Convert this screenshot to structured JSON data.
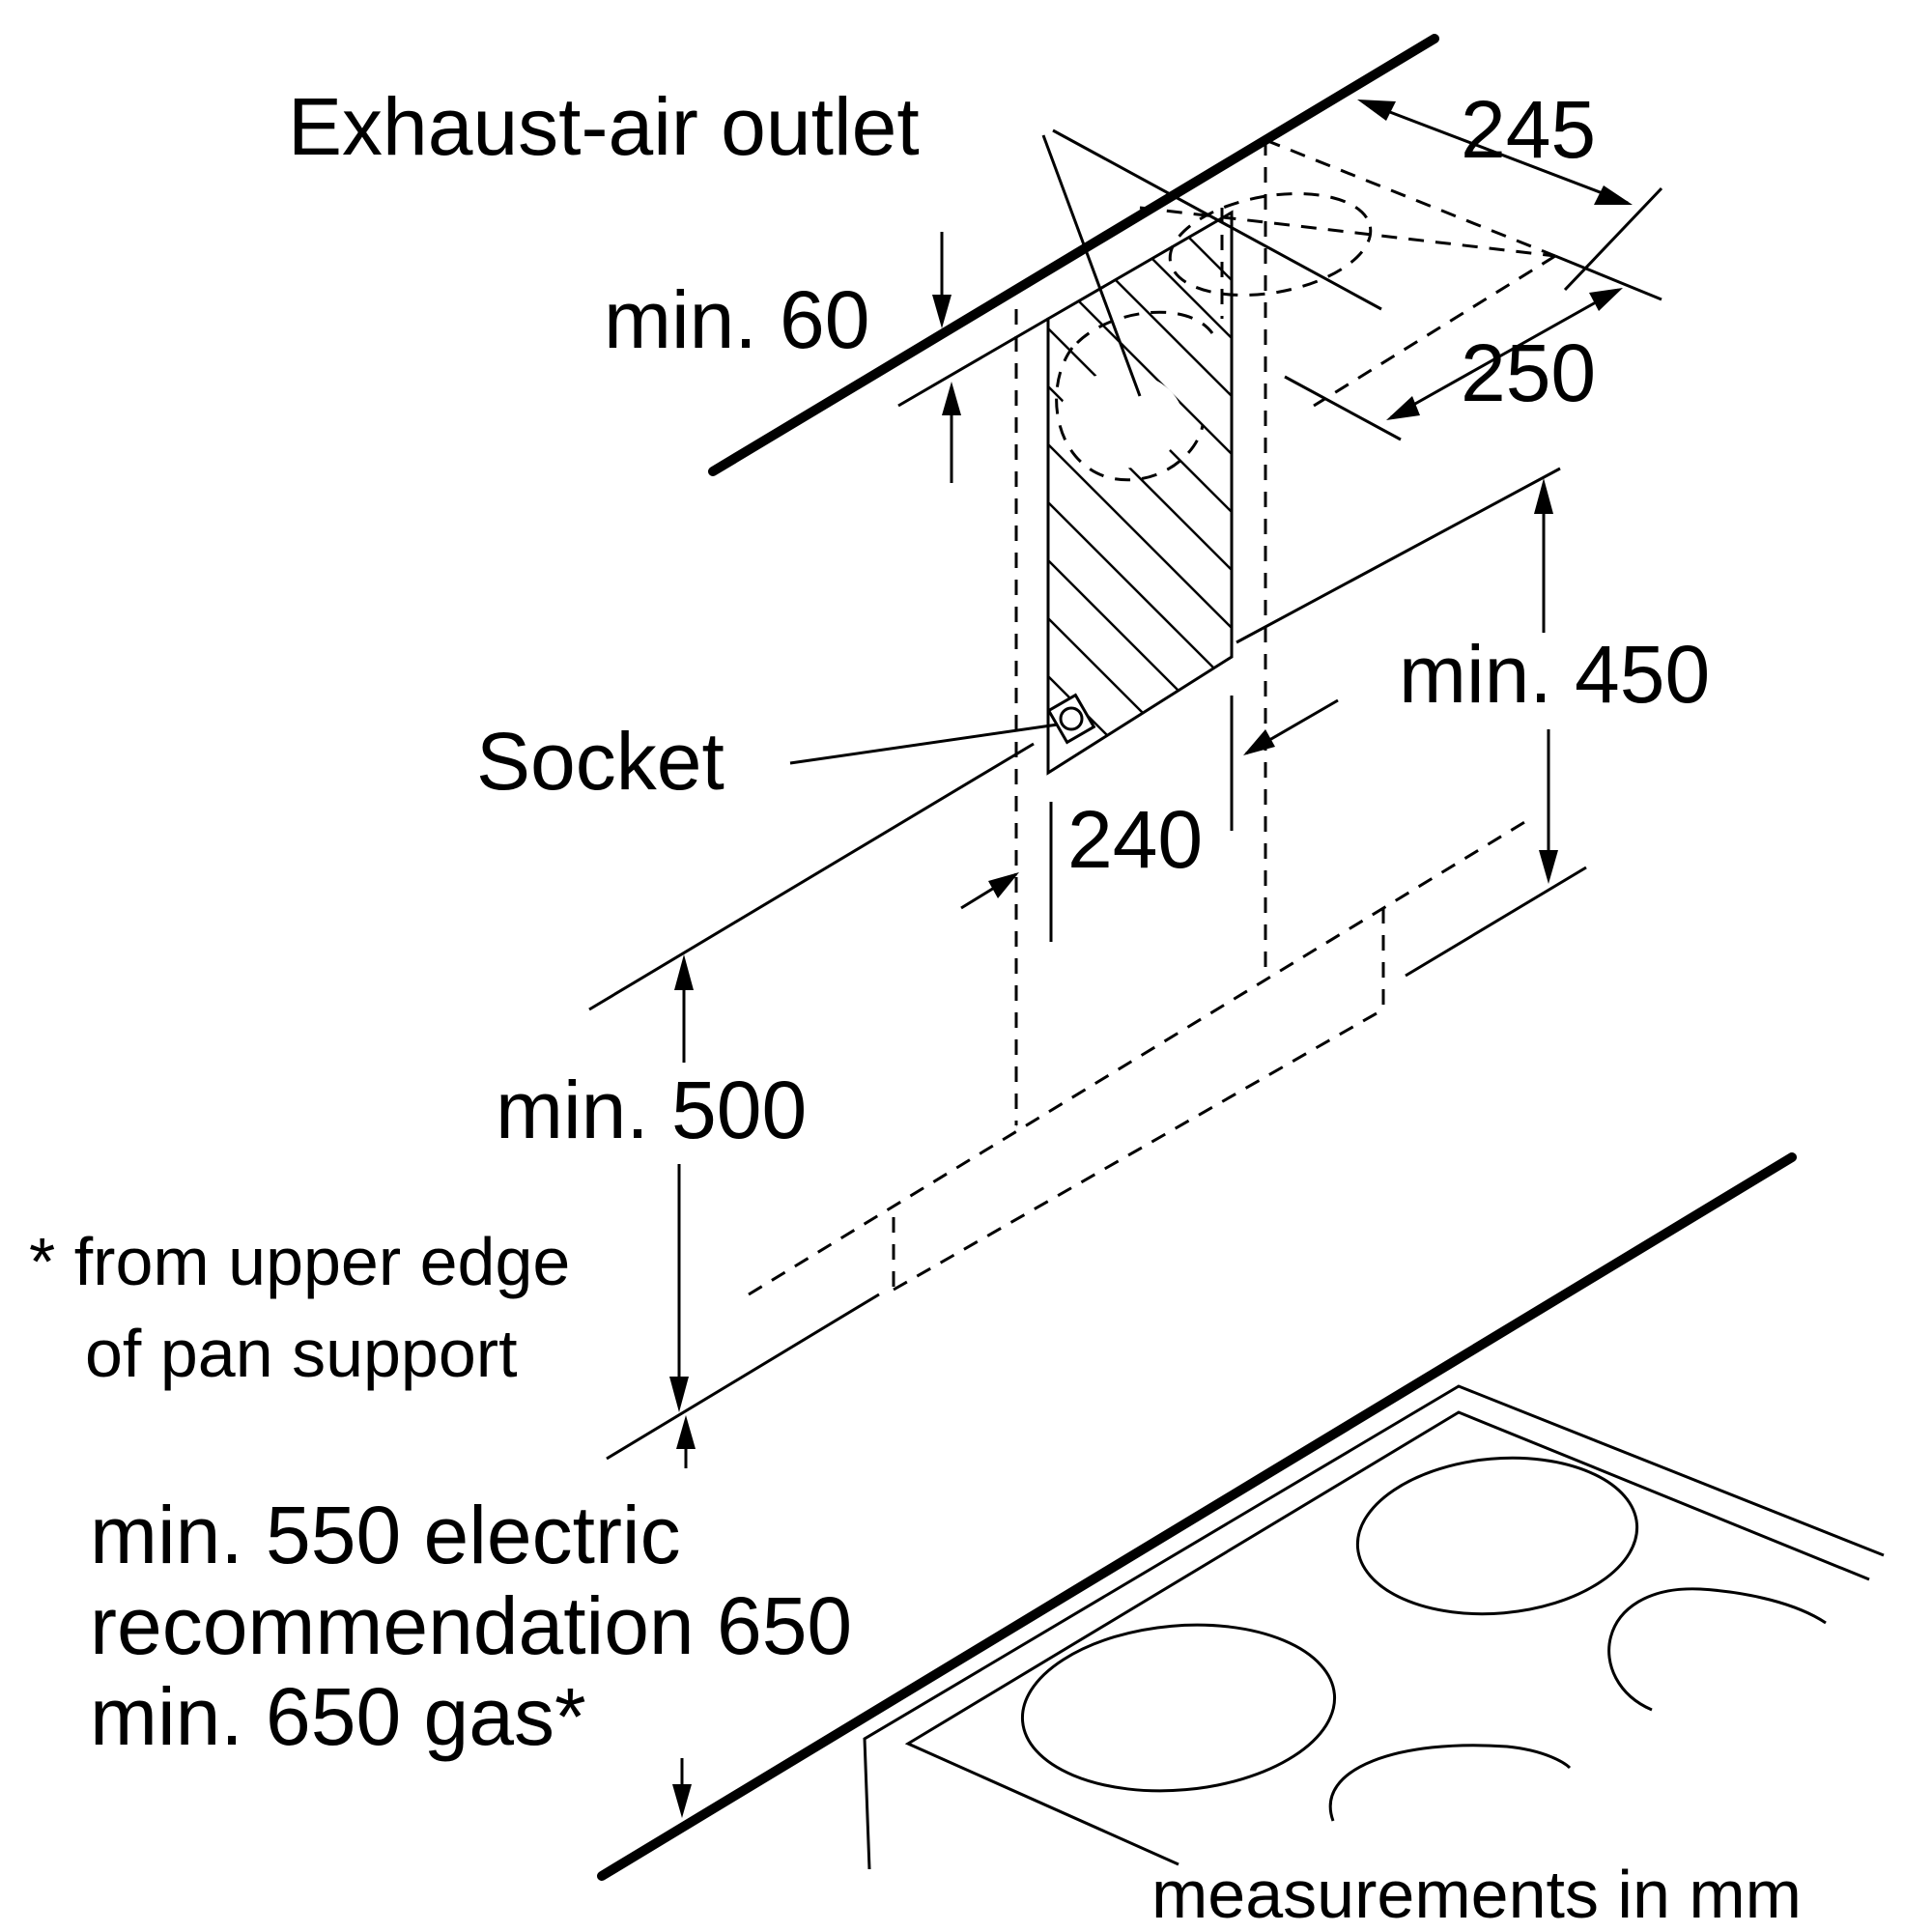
{
  "labels": {
    "exhaust_air_outlet": "Exhaust-air outlet",
    "socket": "Socket",
    "dim_245": "245",
    "dim_250": "250",
    "dim_240": "240",
    "min_60": "min. 60",
    "min_450": "min. 450",
    "min_500": "min. 500",
    "footnote_line1": "* from upper edge",
    "footnote_line2": "of pan support",
    "hob_line1": "min. 550 electric",
    "hob_line2": "recommendation 650",
    "hob_line3": "min. 650 gas*",
    "units_note": "measurements in mm"
  },
  "colors": {
    "ink": "#000000",
    "background": "#ffffff"
  }
}
